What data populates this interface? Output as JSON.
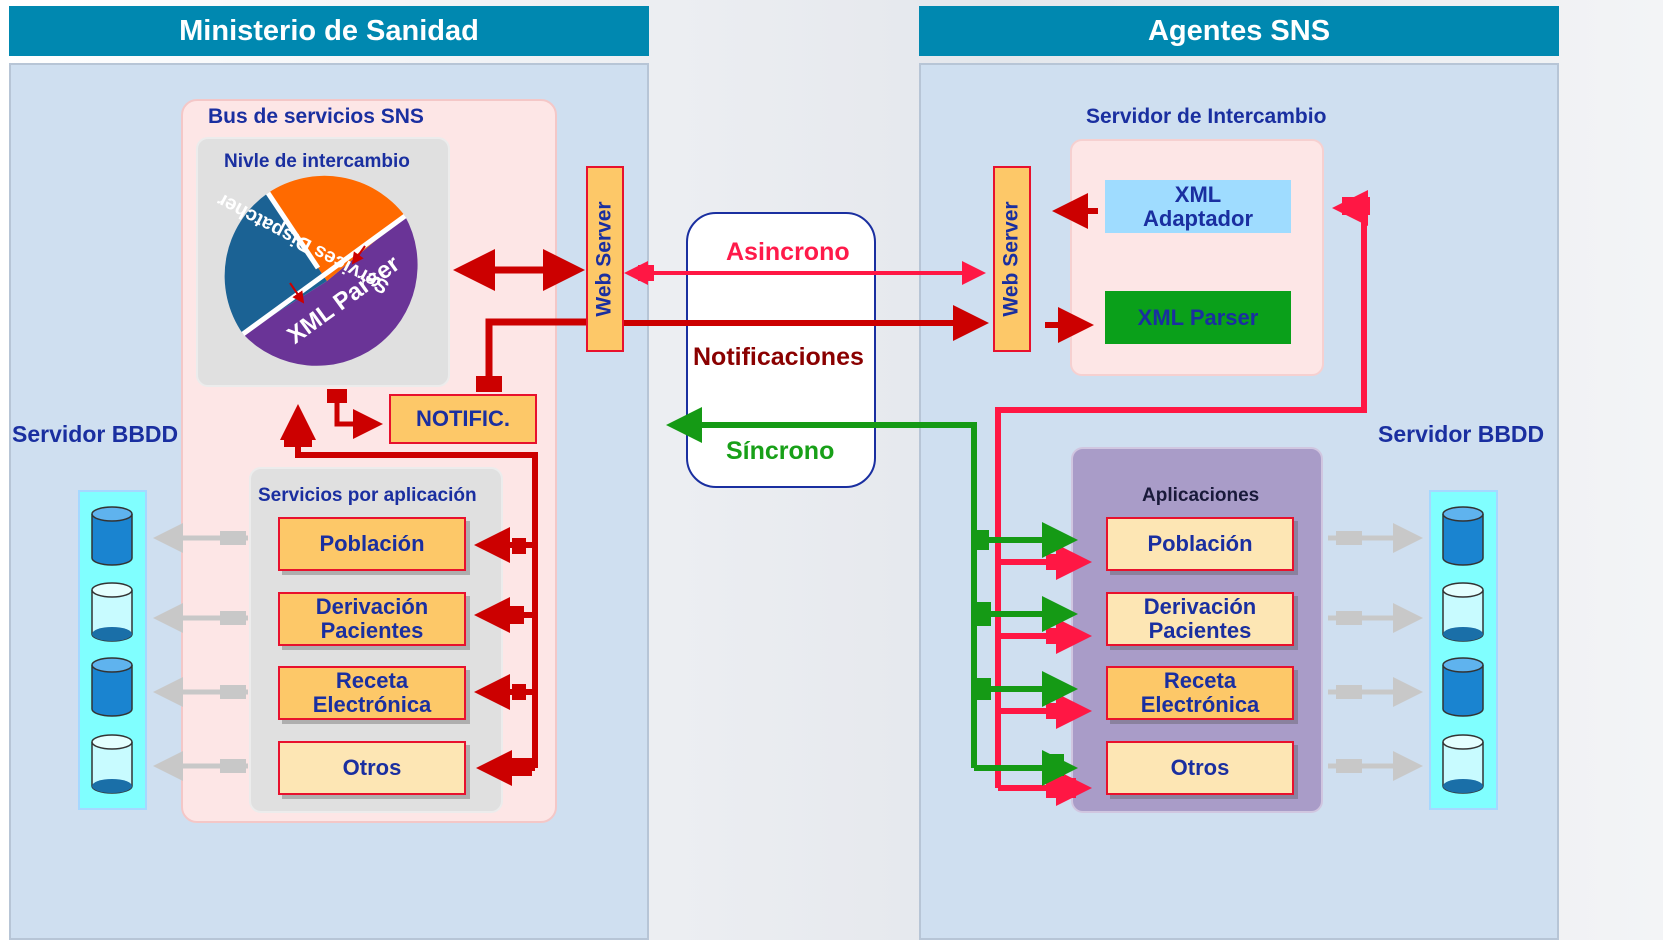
{
  "headers": {
    "left": "Ministerio de Sanidad",
    "right": "Agentes SNS"
  },
  "left": {
    "bus_title": "Bus de servicios SNS",
    "exchange_level": "Nivle de intercambio",
    "pie": {
      "dispatcher": "Services Dispatcher",
      "parser": "XML Parser",
      "colors": {
        "dispatcher_blue": "#1b6294",
        "dispatcher_orange": "#ff6a00",
        "parser": "#6a3497"
      }
    },
    "web_server": "Web Server",
    "notific": "NOTIFIC.",
    "services_title": "Servicios por aplicación",
    "services": [
      "Población",
      "Derivación Pacientes",
      "Receta Electrónica",
      "Otros"
    ],
    "db_label": "Servidor BBDD"
  },
  "middle": {
    "async": "Asincrono",
    "notifications": "Notificaciones",
    "sync": "Síncrono"
  },
  "right": {
    "exchange_server": "Servidor de Intercambio",
    "web_server": "Web Server",
    "xml_adapter": "XML Adaptador",
    "xml_parser": "XML Parser",
    "apps_title": "Aplicaciones",
    "apps": [
      "Población",
      "Derivación Pacientes",
      "Receta Electrónica",
      "Otros"
    ],
    "db_label": "Servidor BBDD"
  },
  "colors": {
    "header": "#0088b0",
    "label_blue": "#1a2fa0",
    "async_red": "#ff1a4a",
    "notif_darkred": "#8a0000",
    "sync_green": "#18a018",
    "arrow_darkred": "#cc0000",
    "arrow_pink": "#ff1744",
    "arrow_green": "#159a15"
  }
}
